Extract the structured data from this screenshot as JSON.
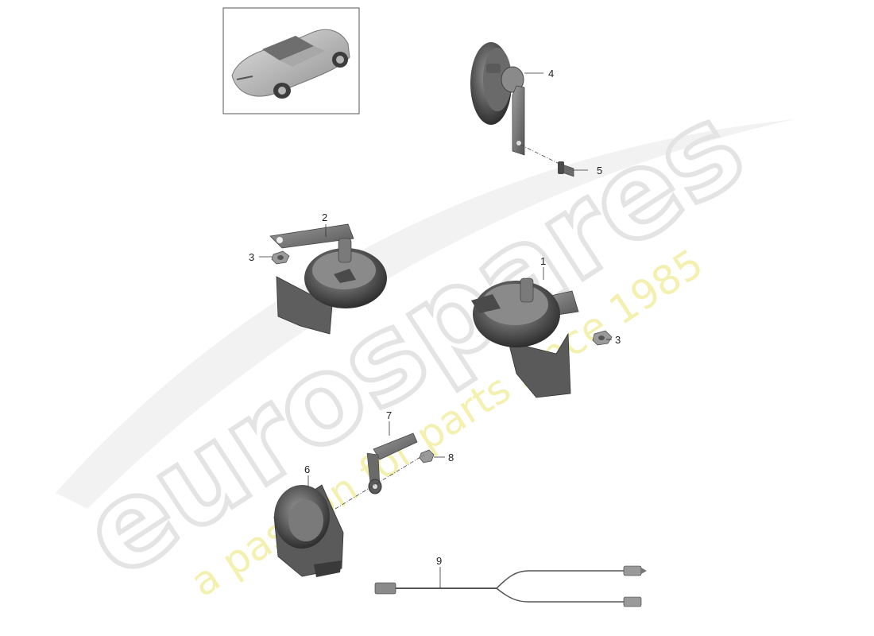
{
  "watermark": {
    "brand": "eurospares",
    "tagline": "a passion for parts since 1985"
  },
  "thumbnail": {
    "name": "vehicle-thumbnail"
  },
  "callouts": [
    {
      "id": "1",
      "label": "1"
    },
    {
      "id": "2",
      "label": "2"
    },
    {
      "id": "3a",
      "label": "3"
    },
    {
      "id": "3b",
      "label": "3"
    },
    {
      "id": "4",
      "label": "4"
    },
    {
      "id": "5",
      "label": "5"
    },
    {
      "id": "6",
      "label": "6"
    },
    {
      "id": "7",
      "label": "7"
    },
    {
      "id": "8",
      "label": "8"
    },
    {
      "id": "9",
      "label": "9"
    }
  ],
  "colors": {
    "part_dark": "#4a4a4a",
    "part_mid": "#8a8a8a",
    "part_light": "#c8c8c8",
    "watermark_grey": "#e6e6e6",
    "watermark_yellow": "#f4f2b8",
    "line": "#333333"
  }
}
